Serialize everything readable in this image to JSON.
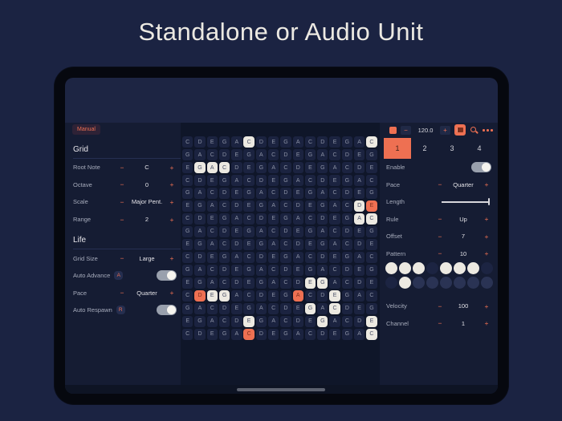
{
  "page": {
    "title": "Standalone or Audio Unit"
  },
  "controls": {
    "minus": "−",
    "plus": "+"
  },
  "toolbar": {
    "manual": "Manual",
    "tempo": {
      "value": "120.0"
    },
    "icons": {
      "stop": "stop-square",
      "instrument": "keyboard",
      "search": "magnifier",
      "more": "ellipsis"
    }
  },
  "sidebar": {
    "sections": [
      {
        "title": "Grid",
        "rows": [
          {
            "type": "stepper",
            "label": "Root Note",
            "value": "C"
          },
          {
            "type": "stepper",
            "label": "Octave",
            "value": "0"
          },
          {
            "type": "stepper",
            "label": "Scale",
            "value": "Major Pent."
          },
          {
            "type": "stepper",
            "label": "Range",
            "value": "2"
          }
        ]
      },
      {
        "title": "Life",
        "rows": [
          {
            "type": "stepper",
            "label": "Grid Size",
            "value": "Large"
          },
          {
            "type": "toggle",
            "label": "Auto Advance",
            "badge": "A",
            "on": true
          },
          {
            "type": "stepper",
            "label": "Pace",
            "value": "Quarter"
          },
          {
            "type": "toggle",
            "label": "Auto Respawn",
            "badge": "R",
            "on": true
          }
        ]
      }
    ]
  },
  "grid": {
    "rows": [
      "CDEGACDEGACDEGAC",
      "GACDEGACDEGACDEG",
      "EGACDEGACDEGACDE",
      "CDEGACDEGACDEGAC",
      "GACDEGACDEGACDEG",
      "EGACDEGACDEGACDE",
      "CDEGACDEGACDEGAC",
      "GACDEGACDEGACDEG",
      "EGACDEGACDEGACDE",
      "CDEGACDEGACDEGAC",
      "GACDEGACDEGACDEG",
      "EGACDEGACDEGACDE",
      "CDEGACDEGACDEGAC",
      "GACDEGACDEGACDEG",
      "EGACDEGACDEGACDE",
      "CDEGACDEGACDEGAC"
    ],
    "highlights": [
      {
        "r": 0,
        "c": 5,
        "state": "active"
      },
      {
        "r": 0,
        "c": 15,
        "state": "active"
      },
      {
        "r": 2,
        "c": 1,
        "state": "active"
      },
      {
        "r": 2,
        "c": 2,
        "state": "active"
      },
      {
        "r": 2,
        "c": 3,
        "state": "active"
      },
      {
        "r": 5,
        "c": 14,
        "state": "active"
      },
      {
        "r": 5,
        "c": 15,
        "state": "playhead"
      },
      {
        "r": 6,
        "c": 14,
        "state": "active"
      },
      {
        "r": 6,
        "c": 15,
        "state": "active"
      },
      {
        "r": 11,
        "c": 10,
        "state": "active"
      },
      {
        "r": 11,
        "c": 11,
        "state": "active"
      },
      {
        "r": 12,
        "c": 1,
        "state": "playhead"
      },
      {
        "r": 12,
        "c": 2,
        "state": "active"
      },
      {
        "r": 12,
        "c": 3,
        "state": "active"
      },
      {
        "r": 12,
        "c": 9,
        "state": "playhead"
      },
      {
        "r": 12,
        "c": 12,
        "state": "active"
      },
      {
        "r": 13,
        "c": 10,
        "state": "active"
      },
      {
        "r": 13,
        "c": 12,
        "state": "active"
      },
      {
        "r": 14,
        "c": 5,
        "state": "active"
      },
      {
        "r": 14,
        "c": 11,
        "state": "active"
      },
      {
        "r": 14,
        "c": 15,
        "state": "active"
      },
      {
        "r": 15,
        "c": 5,
        "state": "playhead"
      },
      {
        "r": 15,
        "c": 15,
        "state": "active"
      }
    ]
  },
  "panel": {
    "tabs": [
      {
        "label": "1",
        "active": true
      },
      {
        "label": "2",
        "active": false
      },
      {
        "label": "3",
        "active": false
      },
      {
        "label": "4",
        "active": false
      }
    ],
    "rows": [
      {
        "type": "toggle",
        "label": "Enable",
        "on": true
      },
      {
        "type": "stepper",
        "label": "Pace",
        "value": "Quarter"
      },
      {
        "type": "slider",
        "label": "Length",
        "percent": 100
      },
      {
        "type": "stepper",
        "label": "Rule",
        "value": "Up"
      },
      {
        "type": "stepper",
        "label": "Offset",
        "value": "7"
      },
      {
        "type": "stepper",
        "label": "Pattern",
        "value": "10"
      },
      {
        "type": "dots",
        "rows": [
          [
            "on",
            "on",
            "on",
            "off",
            "on",
            "on",
            "on",
            "off"
          ],
          [
            "off",
            "on",
            "dim",
            "dim",
            "dim",
            "dim",
            "dim",
            "dim"
          ]
        ]
      },
      {
        "type": "spacer"
      },
      {
        "type": "stepper",
        "label": "Velocity",
        "value": "100"
      },
      {
        "type": "stepper",
        "label": "Channel",
        "value": "1"
      }
    ]
  },
  "colors": {
    "accent": "#ee7052",
    "cell_active": "#ece9e1",
    "background": "#1b2342"
  }
}
